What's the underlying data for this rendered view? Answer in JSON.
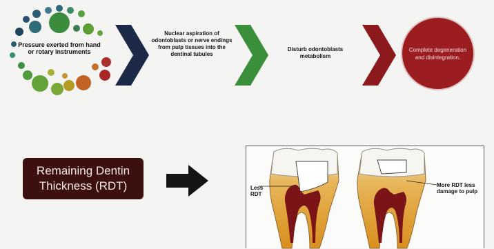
{
  "flow": {
    "step1": "Pressure exerted from hand or rotary instruments",
    "step2": "Nuclear aspiration of odontoblasts or nerve endings from pulp tissues into the dentinal tubules",
    "step3": "Disturb odontoblasts metabolism",
    "step4": "Complete degeneration and disintegration."
  },
  "rdt": {
    "label": "Remaining Dentin Thickness (RDT)"
  },
  "teeth": {
    "left_annotation": "Less RDT",
    "right_annotation": "More RDT less damage to pulp"
  },
  "colors": {
    "chevron1": "#1c2a47",
    "chevron2": "#3b8f3a",
    "chevron3": "#8c1a1d",
    "circle": "#9c1d1f",
    "rdt_box": "#3d1010"
  }
}
